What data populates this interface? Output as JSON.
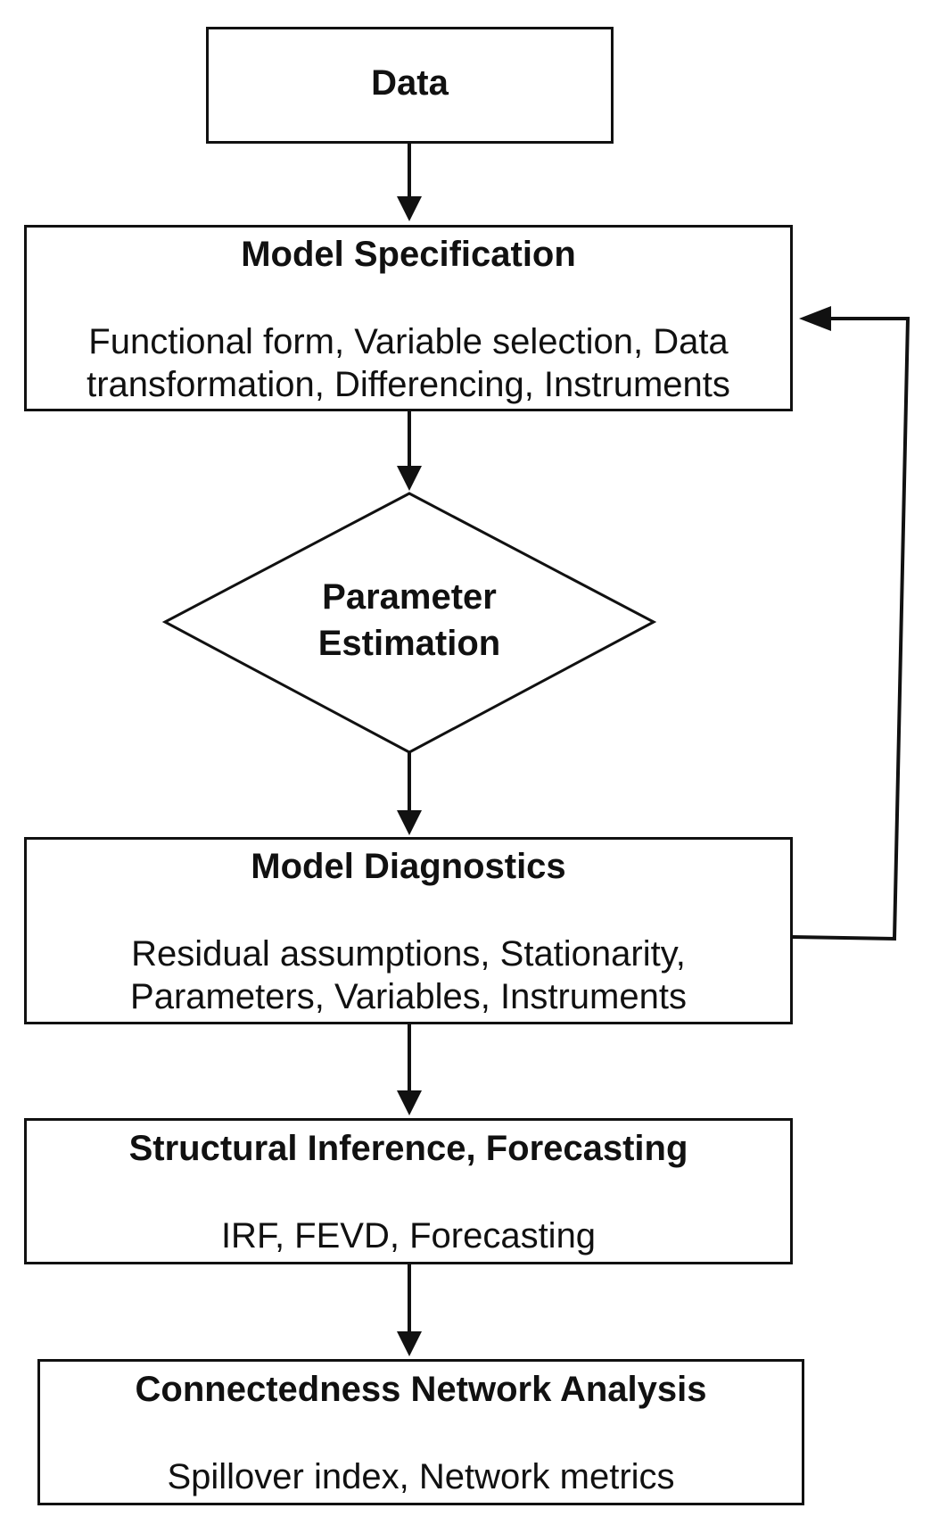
{
  "diagram": {
    "nodes": {
      "data": {
        "title": "Data"
      },
      "model_specification": {
        "title": "Model Specification",
        "body_line1": "Functional form, Variable selection, Data",
        "body_line2": "transformation, Differencing, Instruments"
      },
      "parameter_estimation": {
        "title_line1": "Parameter",
        "title_line2": "Estimation"
      },
      "model_diagnostics": {
        "title": "Model Diagnostics",
        "body_line1": "Residual assumptions, Stationarity,",
        "body_line2": "Parameters, Variables, Instruments"
      },
      "structural_inference": {
        "title": "Structural Inference, Forecasting",
        "body_line1": "IRF, FEVD, Forecasting"
      },
      "connectedness": {
        "title": "Connectedness Network Analysis",
        "body_line1": "Spillover index, Network metrics"
      }
    },
    "edges": [
      {
        "from": "data",
        "to": "model_specification"
      },
      {
        "from": "model_specification",
        "to": "parameter_estimation"
      },
      {
        "from": "parameter_estimation",
        "to": "model_diagnostics"
      },
      {
        "from": "model_diagnostics",
        "to": "model_specification"
      },
      {
        "from": "model_diagnostics",
        "to": "structural_inference"
      },
      {
        "from": "structural_inference",
        "to": "connectedness"
      }
    ]
  }
}
